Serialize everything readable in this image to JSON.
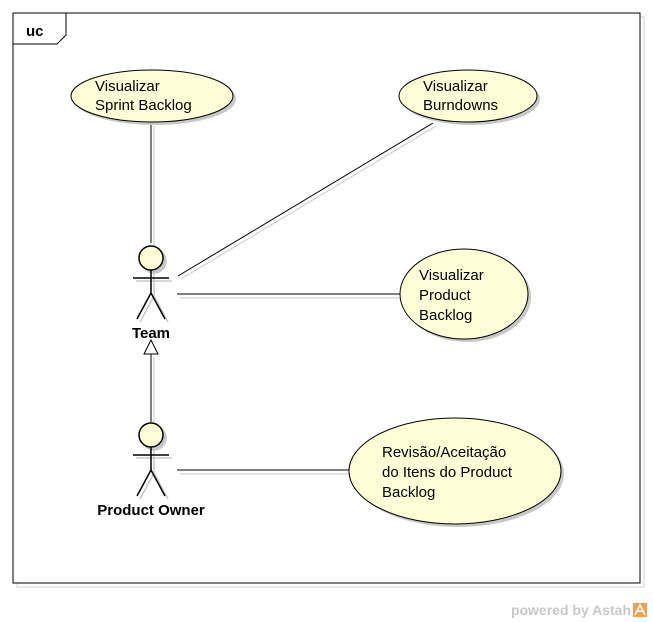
{
  "diagram": {
    "frame_label": "uc",
    "use_cases": {
      "sprint_backlog": [
        "Visualizar",
        "Sprint Backlog"
      ],
      "burndowns": [
        "Visualizar",
        "Burndowns"
      ],
      "product_backlog": [
        "Visualizar",
        "Product",
        "Backlog"
      ],
      "revisao": [
        "Revisão/Aceitação",
        "do Itens do Product",
        "Backlog"
      ]
    },
    "actors": {
      "team": "Team",
      "product_owner": "Product Owner"
    }
  },
  "watermark": "powered by Astah",
  "colors": {
    "usecase_fill": "#fefed7",
    "stroke": "#000000",
    "shadow": "#c8c8c8",
    "watermark": "#c8c8c8",
    "watermark_logo": "#f0a050"
  }
}
